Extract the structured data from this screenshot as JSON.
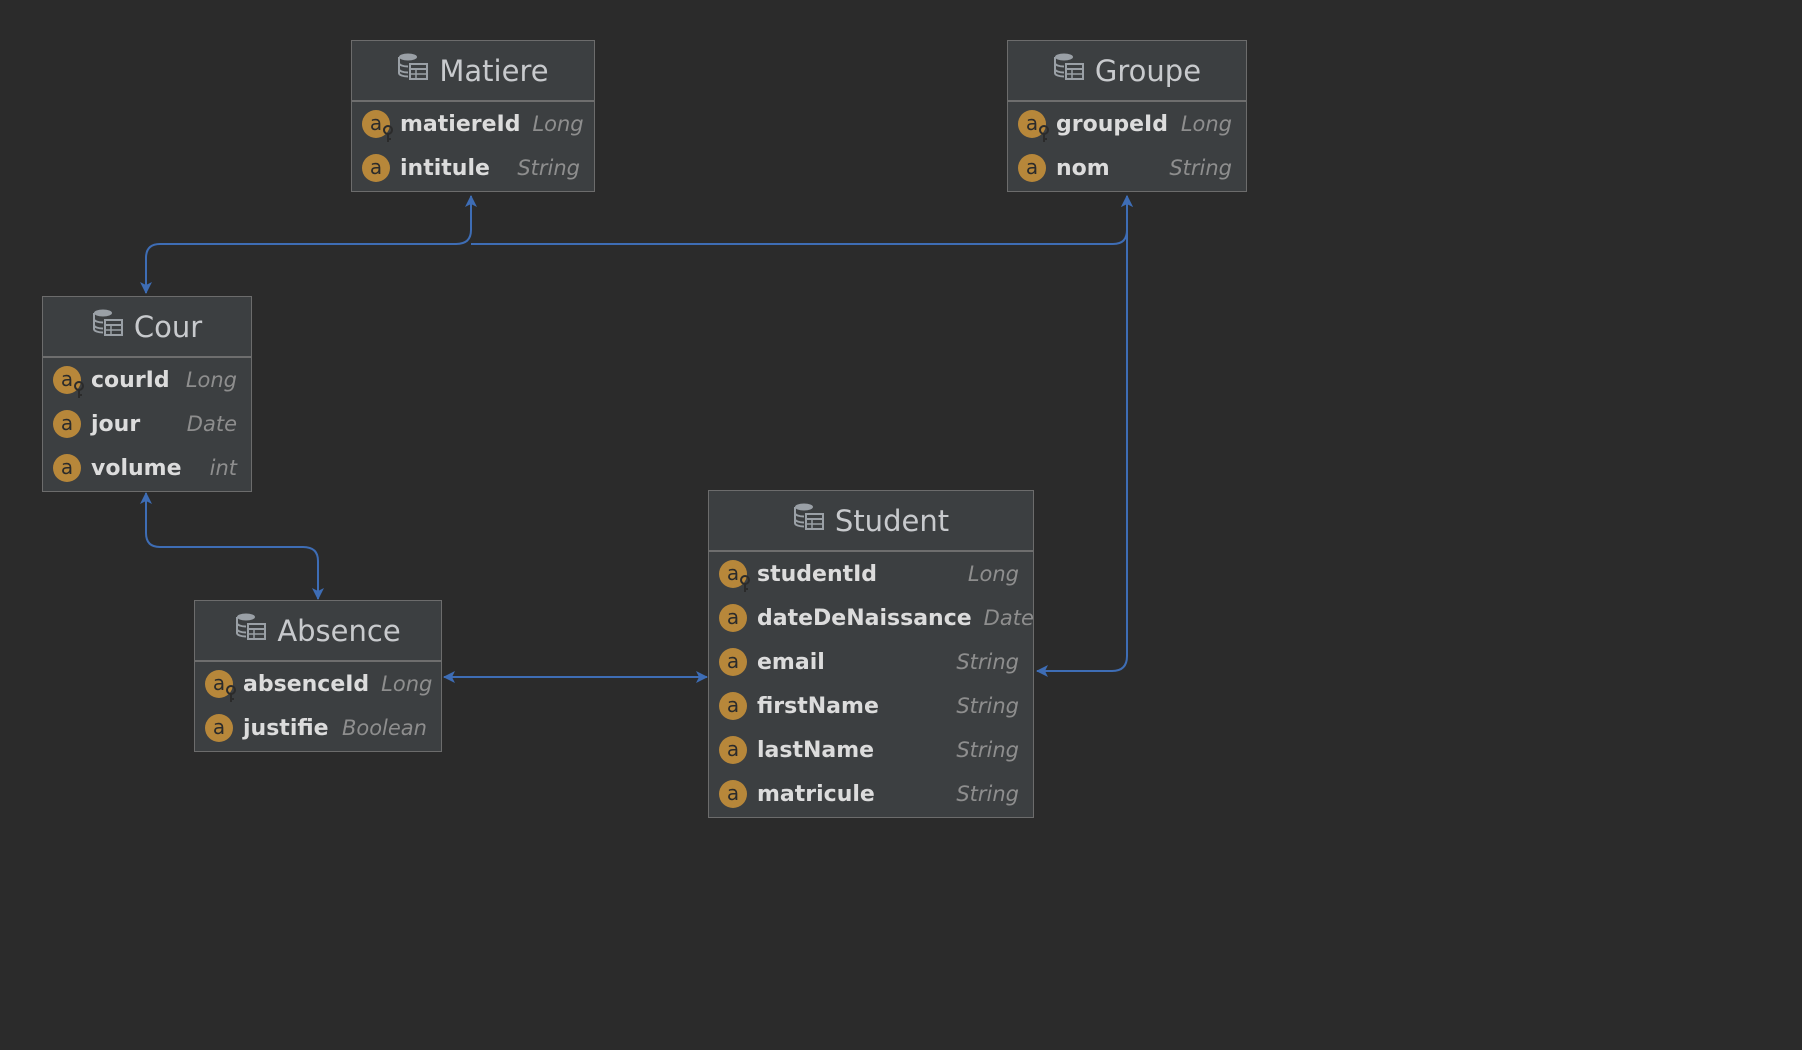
{
  "diagram": {
    "link_color": "#3e6db5",
    "badge_color": "#b7873a",
    "entities": {
      "matiere": {
        "name": "Matiere",
        "icon": "database-table-icon",
        "fields": [
          {
            "name": "matiereId",
            "type": "Long",
            "primary_key": true
          },
          {
            "name": "intitule",
            "type": "String",
            "primary_key": false
          }
        ]
      },
      "groupe": {
        "name": "Groupe",
        "icon": "database-table-icon",
        "fields": [
          {
            "name": "groupeId",
            "type": "Long",
            "primary_key": true
          },
          {
            "name": "nom",
            "type": "String",
            "primary_key": false
          }
        ]
      },
      "cour": {
        "name": "Cour",
        "icon": "database-table-icon",
        "fields": [
          {
            "name": "courId",
            "type": "Long",
            "primary_key": true
          },
          {
            "name": "jour",
            "type": "Date",
            "primary_key": false
          },
          {
            "name": "volume",
            "type": "int",
            "primary_key": false
          }
        ]
      },
      "absence": {
        "name": "Absence",
        "icon": "database-table-icon",
        "fields": [
          {
            "name": "absenceId",
            "type": "Long",
            "primary_key": true
          },
          {
            "name": "justifie",
            "type": "Boolean",
            "primary_key": false
          }
        ]
      },
      "student": {
        "name": "Student",
        "icon": "database-table-icon",
        "fields": [
          {
            "name": "studentId",
            "type": "Long",
            "primary_key": true
          },
          {
            "name": "dateDeNaissance",
            "type": "Date",
            "primary_key": false
          },
          {
            "name": "email",
            "type": "String",
            "primary_key": false
          },
          {
            "name": "firstName",
            "type": "String",
            "primary_key": false
          },
          {
            "name": "lastName",
            "type": "String",
            "primary_key": false
          },
          {
            "name": "matricule",
            "type": "String",
            "primary_key": false
          }
        ]
      }
    },
    "relations": [
      {
        "from": "Cour",
        "to": "Matiere",
        "direction": "bidirectional"
      },
      {
        "from": "Cour",
        "to": "Groupe",
        "direction": "bidirectional"
      },
      {
        "from": "Groupe",
        "to": "Student",
        "direction": "bidirectional"
      },
      {
        "from": "Cour",
        "to": "Absence",
        "direction": "bidirectional"
      },
      {
        "from": "Absence",
        "to": "Student",
        "direction": "bidirectional"
      }
    ]
  }
}
